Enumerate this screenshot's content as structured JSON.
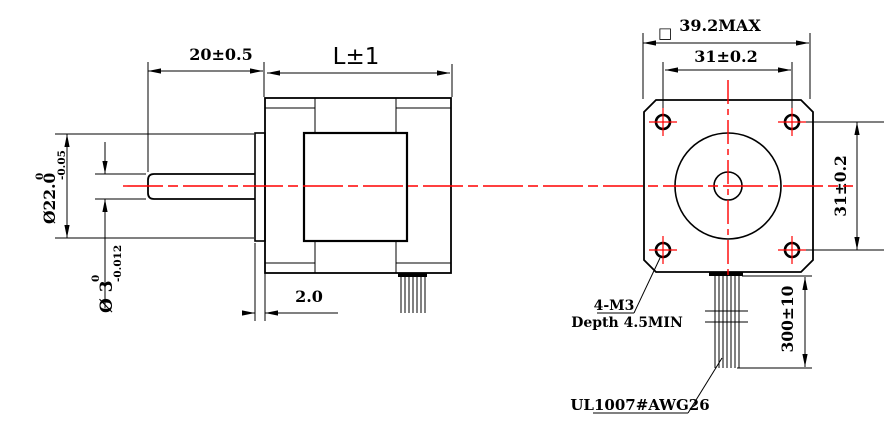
{
  "side_view": {
    "shaft_length": "20±0.5",
    "body_length": "L±1",
    "flange_thickness": "2.0",
    "pilot_diameter": {
      "value": "Ø22.0",
      "tol_upper": "0",
      "tol_lower": "-0.05"
    },
    "shaft_diameter": {
      "value": "Ø 3",
      "tol_upper": "0",
      "tol_lower": "-0.012"
    }
  },
  "front_view": {
    "square_symbol": "□",
    "frame_size": "39.2MAX",
    "hole_spacing_horizontal": "31±0.2",
    "hole_spacing_vertical": "31±0.2",
    "lead_wire_length": "300±10",
    "mounting_hole_spec": "4-M3",
    "mounting_hole_depth": "Depth 4.5MIN",
    "wire_spec": "UL1007#AWG26"
  },
  "colors": {
    "line": "#000000",
    "centerline": "#ff0000",
    "background": "#ffffff"
  }
}
